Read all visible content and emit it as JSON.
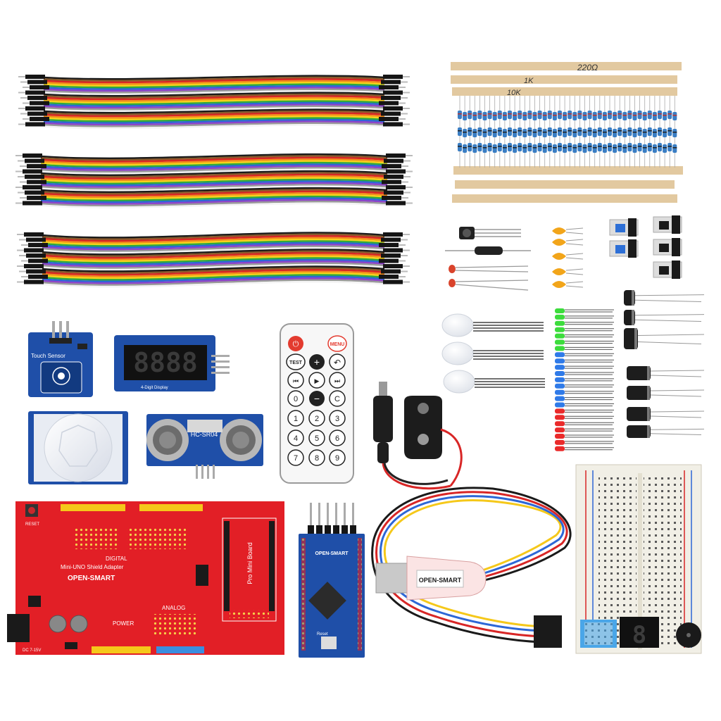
{
  "resistor_labels": [
    "220Ω",
    "1K",
    "10K"
  ],
  "touch_sensor": {
    "label": "Touch Sensor"
  },
  "display_module": {
    "digits": "8888",
    "label": "4-Digit Display"
  },
  "ultrasonic": {
    "label": "HC-SR04"
  },
  "remote": {
    "menu": "MENU",
    "test": "TEST",
    "keys": [
      "0",
      "C",
      "1",
      "2",
      "3",
      "4",
      "5",
      "6",
      "7",
      "8",
      "9"
    ]
  },
  "shield": {
    "reset": "RESET",
    "digital": "DIGITAL",
    "title": "Mini-UNO Shield Adapter",
    "brand": "OPEN-SMART",
    "power": "POWER",
    "analog": "ANALOG",
    "dc": "DC 7-15V",
    "pro_mini": "Pro Mini Board"
  },
  "pro_mini_board": {
    "brand": "OPEN-SMART",
    "reset": "Reset"
  },
  "usb_adapter": {
    "brand": "OPEN-SMART"
  },
  "seven_segment": {
    "digit": "8"
  },
  "colors": {
    "shield_red": "#e21f26",
    "board_blue": "#1f4fa8",
    "resistor_blue": "#3a7ec4",
    "breadboard": "#f1efe6"
  }
}
